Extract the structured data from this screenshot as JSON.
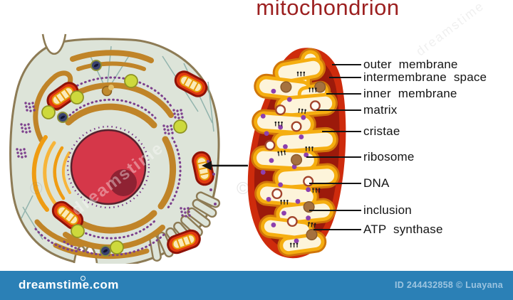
{
  "title": "mitochondrion",
  "mito_labels": [
    {
      "text": "outer membrane"
    },
    {
      "text": "intermembrane space"
    },
    {
      "text": "inner membrane"
    },
    {
      "text": "matrix"
    },
    {
      "text": "cristae"
    },
    {
      "text": "ribosome"
    },
    {
      "text": "DNA"
    },
    {
      "text": "inclusion"
    },
    {
      "text": "ATP synthase"
    }
  ],
  "watermark": {
    "site": "dreamstime.com",
    "credit": "ID 244432858 © Luayana",
    "ghost": "dreamstime",
    "mark": "©"
  },
  "colors": {
    "title_text": "#9c2020",
    "label_text": "#141414",
    "bar_background": "#2b80b6",
    "outer_membrane": "#ce2b0c",
    "intermembrane_space": "#9c1a0b",
    "inner_membrane": "#f5ae10",
    "matrix": "#fdf4da",
    "ribosome_dot": "#8d3fae",
    "dna_ring": "#a2442c",
    "inclusion": "#a5713f",
    "atp_synthase": "#1b1b1b",
    "cytoplasm": "#dde4d9",
    "cell_membrane": "#8d7b55",
    "nucleus": "#d53749",
    "nucleolus": "#8f2233",
    "endoplasmic_reticulum": "#c08428",
    "golgi": "#f2a21a",
    "lysosome": "#cdd93c",
    "background": "#ffffff"
  }
}
